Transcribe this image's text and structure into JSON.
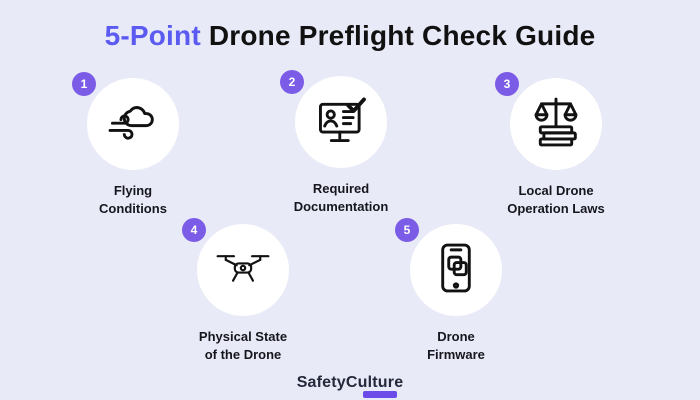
{
  "title": {
    "accent": "5-Point",
    "rest": " Drone Preflight Check Guide"
  },
  "colors": {
    "background": "#E9EAF7",
    "title_accent": "#5B5BF2",
    "badge": "#7B5CE6",
    "icon_circle": "#FFFFFF",
    "text": "#16161D",
    "logo_accent": "#6C4CE8"
  },
  "items": [
    {
      "number": "1",
      "label": "Flying\nConditions",
      "icon": "wind-cloud-icon"
    },
    {
      "number": "2",
      "label": "Required\nDocumentation",
      "icon": "monitor-document-check-icon"
    },
    {
      "number": "3",
      "label": "Local Drone\nOperation Laws",
      "icon": "scales-books-icon"
    },
    {
      "number": "4",
      "label": "Physical State\nof the Drone",
      "icon": "drone-icon"
    },
    {
      "number": "5",
      "label": "Drone\nFirmware",
      "icon": "phone-firmware-icon"
    }
  ],
  "footer": {
    "logo": "SafetyCulture"
  }
}
